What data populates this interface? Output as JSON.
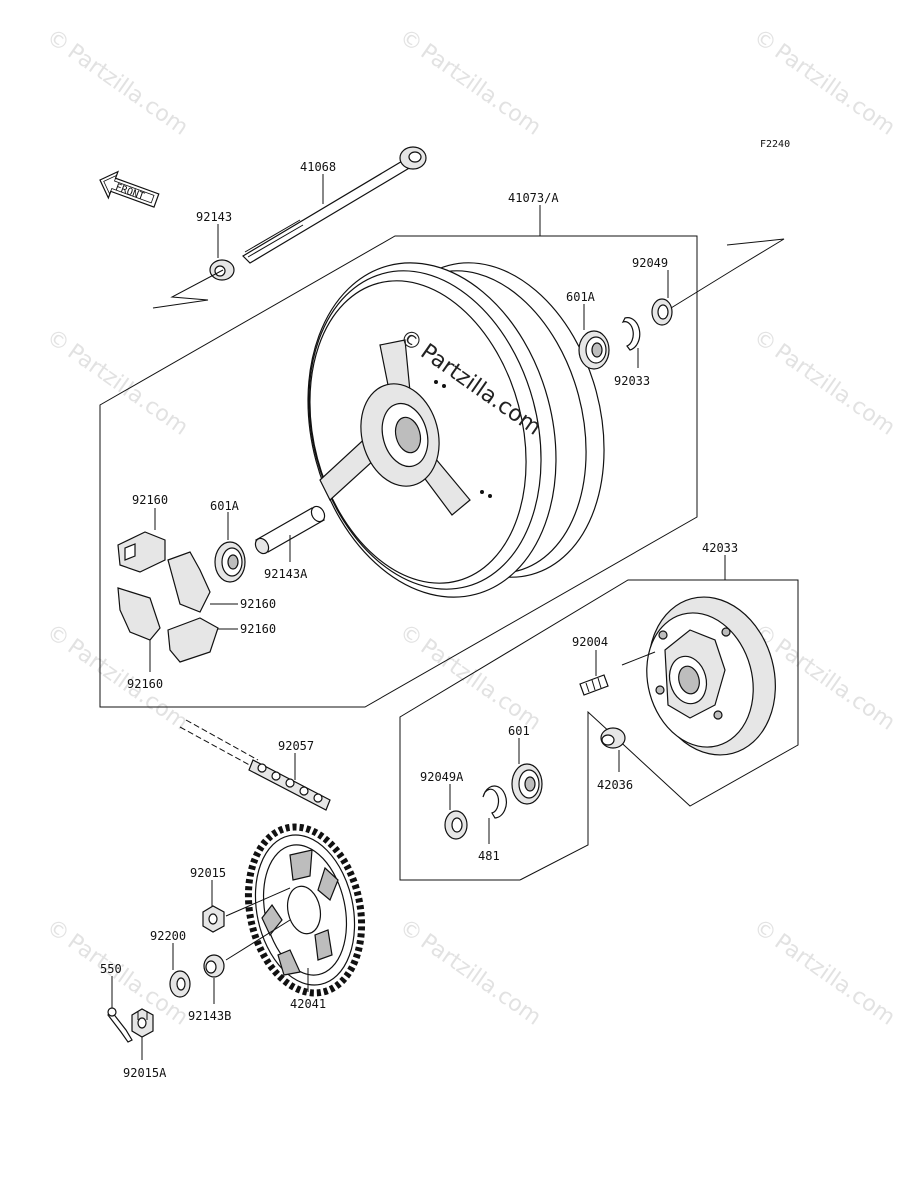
{
  "figure_code": "F2240",
  "front_label": "FRONT",
  "watermark": {
    "text": "Partzilla.com",
    "copyright_symbol": "©"
  },
  "labels": {
    "p41068": "41068",
    "p92143": "92143",
    "p41073A": "41073/A",
    "p92049": "92049",
    "p601A_top": "601A",
    "p92033": "92033",
    "p92160_a": "92160",
    "p601A_mid": "601A",
    "p92143A": "92143A",
    "p92160_b": "92160",
    "p92160_c": "92160",
    "p92160_d": "92160",
    "p42033": "42033",
    "p92004": "92004",
    "p42036": "42036",
    "p601": "601",
    "p92049A": "92049A",
    "p481": "481",
    "p92057": "92057",
    "p92015": "92015",
    "p92200": "92200",
    "p550": "550",
    "p92143B": "92143B",
    "p42041": "42041",
    "p92015A": "92015A"
  }
}
